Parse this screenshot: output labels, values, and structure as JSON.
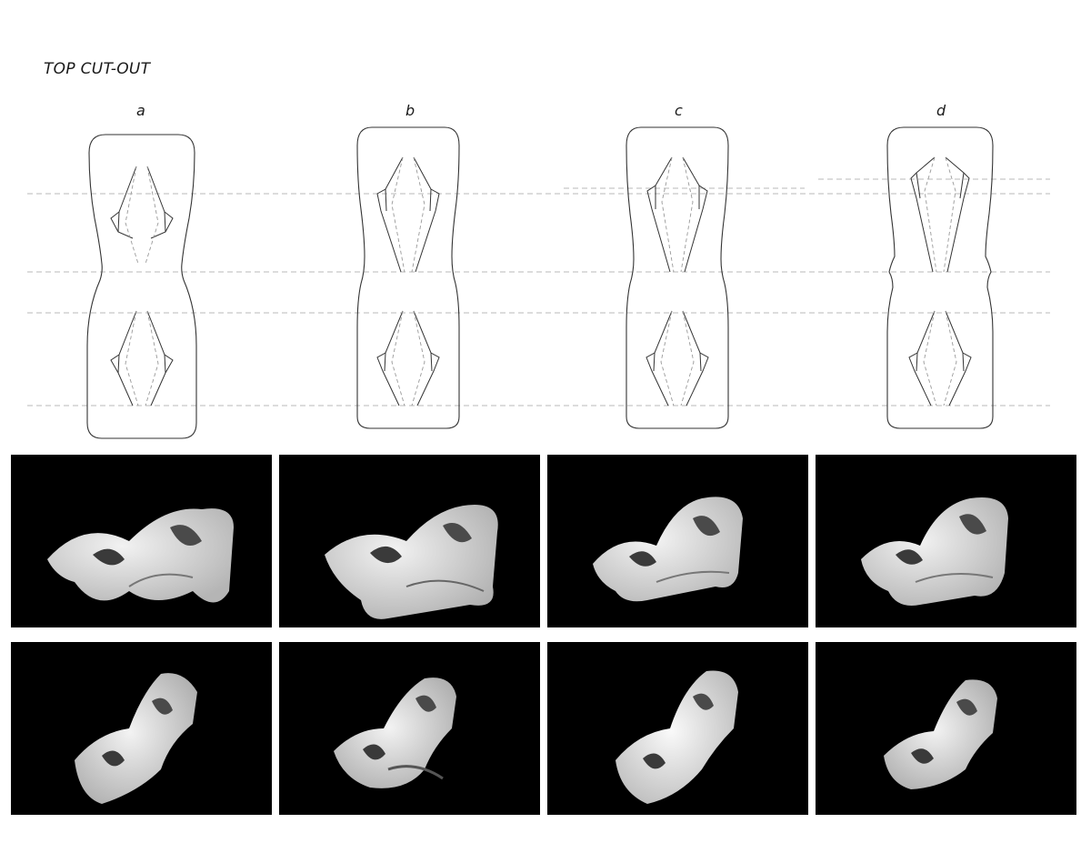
{
  "title": "TOP CUT-OUT",
  "variants": [
    {
      "label": "a"
    },
    {
      "label": "b"
    },
    {
      "label": "c"
    },
    {
      "label": "d"
    }
  ]
}
